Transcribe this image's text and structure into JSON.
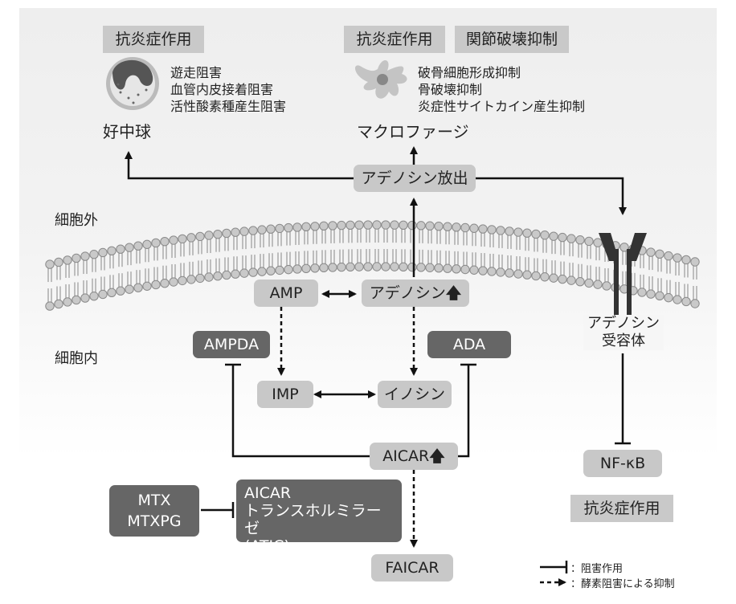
{
  "headers": {
    "neutrophil_effect": "抗炎症作用",
    "macrophage_effect": "抗炎症作用",
    "macrophage_joint": "関節破壊抑制",
    "nfkb_effect": "抗炎症作用"
  },
  "neutrophil": {
    "label": "好中球",
    "effects": [
      "遊走阻害",
      "血管内皮接着阻害",
      "活性酸素種産生阻害"
    ]
  },
  "macrophage": {
    "label": "マクロファージ",
    "effects": [
      "破骨細胞形成抑制",
      "骨破壊抑制",
      "炎症性サイトカイン産生抑制"
    ]
  },
  "regions": {
    "extracellular": "細胞外",
    "intracellular": "細胞内"
  },
  "nodes": {
    "adenosine_release": "アデノシン放出",
    "amp": "AMP",
    "adenosine": "アデノシン",
    "ampda": "AMPDA",
    "ada": "ADA",
    "imp": "IMP",
    "inosine": "イノシン",
    "aicar": "AICAR",
    "faicar": "FAICAR",
    "nfkb": "NF-κB",
    "mtx_line1": "MTX",
    "mtx_line2": "MTXPG",
    "atic_line1": "AICAR",
    "atic_line2": "トランスホルミラーゼ",
    "atic_line3": "(ATIC)"
  },
  "receptor": {
    "line1": "アデノシン",
    "line2": "受容体"
  },
  "legend": {
    "inhibition": "：阻害作用",
    "enzyme_inhibition": "：酵素阻害による抑制"
  },
  "colors": {
    "light_box": "#c8c8c8",
    "dark_box": "#666666",
    "line": "#111111"
  }
}
